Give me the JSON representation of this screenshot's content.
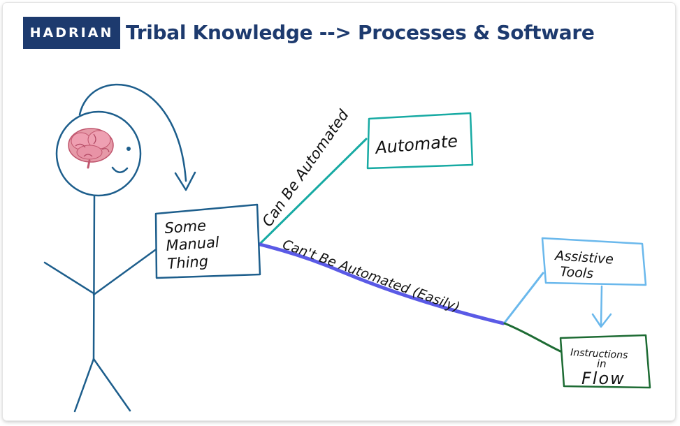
{
  "header": {
    "logo_text": "HADRIAN",
    "title": "Tribal Knowledge --> Processes & Software"
  },
  "diagram": {
    "box_manual": [
      "Some",
      "Manual",
      "Thing"
    ],
    "box_automate": "Automate",
    "box_assistive": [
      "Assistive",
      "Tools"
    ],
    "box_instructions": [
      "Instructions",
      "in",
      "Flow"
    ],
    "edge_can": "Can Be Automated",
    "edge_cant": "Can't Be Automated (Easily)"
  },
  "colors": {
    "brand_navy": "#1d3a6e",
    "stick_figure": "#1d5e8c",
    "automate_teal": "#17aaa3",
    "cant_automate_blue": "#5a5ae6",
    "assistive_lightblue": "#6ab8ec",
    "instructions_green": "#1d6b33",
    "ink": "#111111"
  },
  "icons": [
    "brain-icon"
  ]
}
